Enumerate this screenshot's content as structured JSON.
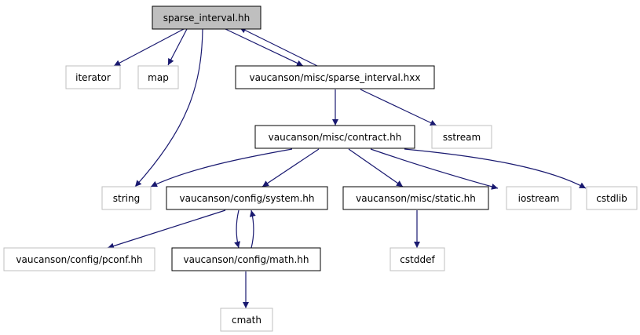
{
  "diagram": {
    "type": "include-dependency-graph",
    "colors": {
      "edge": "#191970",
      "root_fill": "#bfbfbf",
      "documented_border": "#000000",
      "external_border": "#bfbfbf",
      "text": "#000000"
    },
    "nodes": [
      {
        "id": "sparse_interval_hh",
        "label": "sparse_interval.hh",
        "kind": "root"
      },
      {
        "id": "iterator",
        "label": "iterator",
        "kind": "external"
      },
      {
        "id": "map",
        "label": "map",
        "kind": "external"
      },
      {
        "id": "sparse_interval_hxx",
        "label": "vaucanson/misc/sparse_interval.hxx",
        "kind": "documented"
      },
      {
        "id": "contract_hh",
        "label": "vaucanson/misc/contract.hh",
        "kind": "documented"
      },
      {
        "id": "sstream",
        "label": "sstream",
        "kind": "external"
      },
      {
        "id": "string",
        "label": "string",
        "kind": "external"
      },
      {
        "id": "system_hh",
        "label": "vaucanson/config/system.hh",
        "kind": "documented"
      },
      {
        "id": "static_hh",
        "label": "vaucanson/misc/static.hh",
        "kind": "documented"
      },
      {
        "id": "iostream",
        "label": "iostream",
        "kind": "external"
      },
      {
        "id": "cstdlib",
        "label": "cstdlib",
        "kind": "external"
      },
      {
        "id": "pconf_hh",
        "label": "vaucanson/config/pconf.hh",
        "kind": "external"
      },
      {
        "id": "math_hh",
        "label": "vaucanson/config/math.hh",
        "kind": "documented"
      },
      {
        "id": "cstddef",
        "label": "cstddef",
        "kind": "external"
      },
      {
        "id": "cmath",
        "label": "cmath",
        "kind": "external"
      }
    ],
    "edges": [
      {
        "from": "sparse_interval_hh",
        "to": "iterator"
      },
      {
        "from": "sparse_interval_hh",
        "to": "map"
      },
      {
        "from": "sparse_interval_hh",
        "to": "sparse_interval_hxx"
      },
      {
        "from": "sparse_interval_hh",
        "to": "string"
      },
      {
        "from": "sparse_interval_hxx",
        "to": "sparse_interval_hh"
      },
      {
        "from": "sparse_interval_hxx",
        "to": "contract_hh"
      },
      {
        "from": "sparse_interval_hxx",
        "to": "sstream"
      },
      {
        "from": "contract_hh",
        "to": "string"
      },
      {
        "from": "contract_hh",
        "to": "system_hh"
      },
      {
        "from": "contract_hh",
        "to": "static_hh"
      },
      {
        "from": "contract_hh",
        "to": "iostream"
      },
      {
        "from": "contract_hh",
        "to": "cstdlib"
      },
      {
        "from": "system_hh",
        "to": "pconf_hh"
      },
      {
        "from": "system_hh",
        "to": "math_hh"
      },
      {
        "from": "math_hh",
        "to": "system_hh"
      },
      {
        "from": "math_hh",
        "to": "cmath"
      },
      {
        "from": "static_hh",
        "to": "cstddef"
      }
    ]
  }
}
